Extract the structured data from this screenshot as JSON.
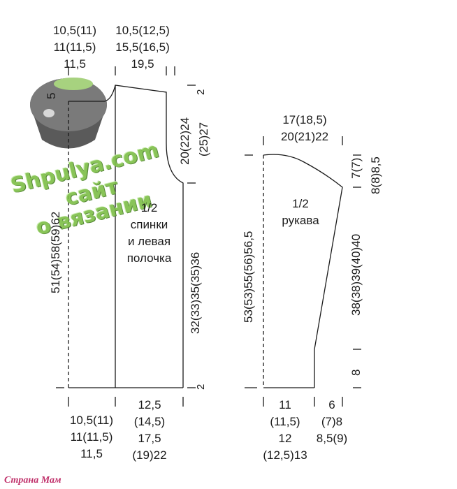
{
  "piece_left": {
    "title_lines": [
      "1/2",
      "спинки",
      "и левая",
      "полочка"
    ],
    "top_left_width": [
      "10,5(11)",
      "11(11,5)",
      "11,5"
    ],
    "top_right_width": [
      "10,5(12,5)",
      "15,5(16,5)",
      "19,5"
    ],
    "shoulder_drop": "5",
    "neck_depth": "2",
    "armhole_height_lines": [
      "20(22)24",
      "(25)27"
    ],
    "side_length": "32(33)35(35)36",
    "hem_band": "2",
    "total_length": "51(54)58(59)62",
    "bottom_left_width": [
      "10,5(11)",
      "11(11,5)",
      "11,5"
    ],
    "bottom_right_width": [
      "12,5",
      "(14,5)",
      "17,5",
      "(19)22"
    ]
  },
  "piece_right": {
    "title_lines": [
      "1/2",
      "рукава"
    ],
    "top_width": [
      "17(18,5)",
      "20(21)22"
    ],
    "cap_height_lines": [
      "7(7)",
      "8(8)8,5"
    ],
    "side_length": "38(38)39(40)40",
    "cuff_height": "8",
    "total_length": "53(53)55(56)56,5",
    "bottom_left_width": [
      "11",
      "(11,5)",
      "12",
      "(12,5)13"
    ],
    "bottom_right_width": [
      "6",
      "(7)8",
      "8,5(9)"
    ]
  },
  "watermark": {
    "line1": "Shpulya.com",
    "line2": "сайт",
    "line3": "о вязании"
  },
  "footer": "Страна Мам",
  "colors": {
    "ink": "#1a1a1a",
    "watermark_green": "#7fbf4a",
    "footer_pink": "#c0306a"
  }
}
